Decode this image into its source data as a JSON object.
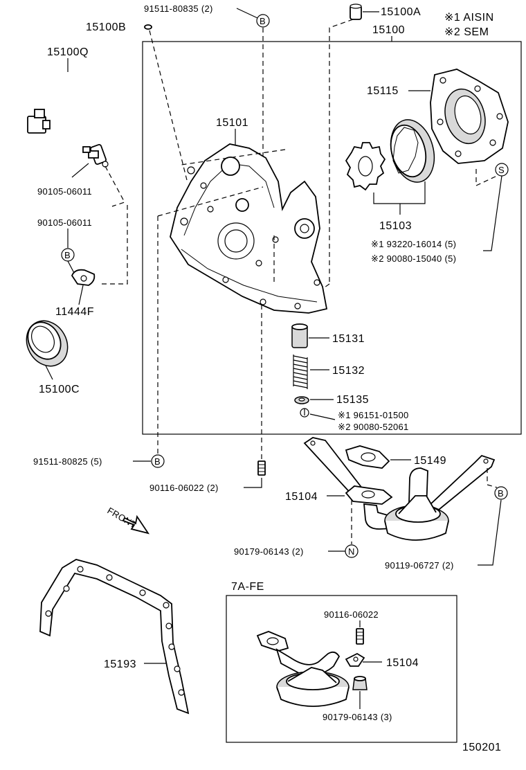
{
  "diagram_id": "150201",
  "legend": {
    "item1": "※1 AISIN",
    "item2": "※2 SEM"
  },
  "variant_label": "7A-FE",
  "front_label": "FRONT",
  "markers": {
    "b": "B",
    "s": "S",
    "n": "N"
  },
  "labels": {
    "p15100A": "15100A",
    "p15100": "15100",
    "p15100B": "15100B",
    "p91511_80835": "91511-80835 (2)",
    "p15100Q": "15100Q",
    "p15115": "15115",
    "p15101": "15101",
    "p90105_top": "90105-06011",
    "p90105_mid": "90105-06011",
    "p15103": "15103",
    "p93220": "※1 93220-16014 (5)",
    "p90080_15040": "※2 90080-15040 (5)",
    "p11444F": "11444F",
    "p15100C": "15100C",
    "p15131": "15131",
    "p15132": "15132",
    "p15135": "15135",
    "p96151": "※1 96151-01500",
    "p90080_52061": "※2 90080-52061",
    "p91511_80825": "91511-80825 (5)",
    "p15149": "15149",
    "p90116_top": "90116-06022 (2)",
    "p15104_main": "15104",
    "p90179_main": "90179-06143 (2)",
    "p90119": "90119-06727 (2)",
    "p90116_inset": "90116-06022",
    "p15193": "15193",
    "p15104_inset": "15104",
    "p90179_inset": "90179-06143 (3)"
  }
}
